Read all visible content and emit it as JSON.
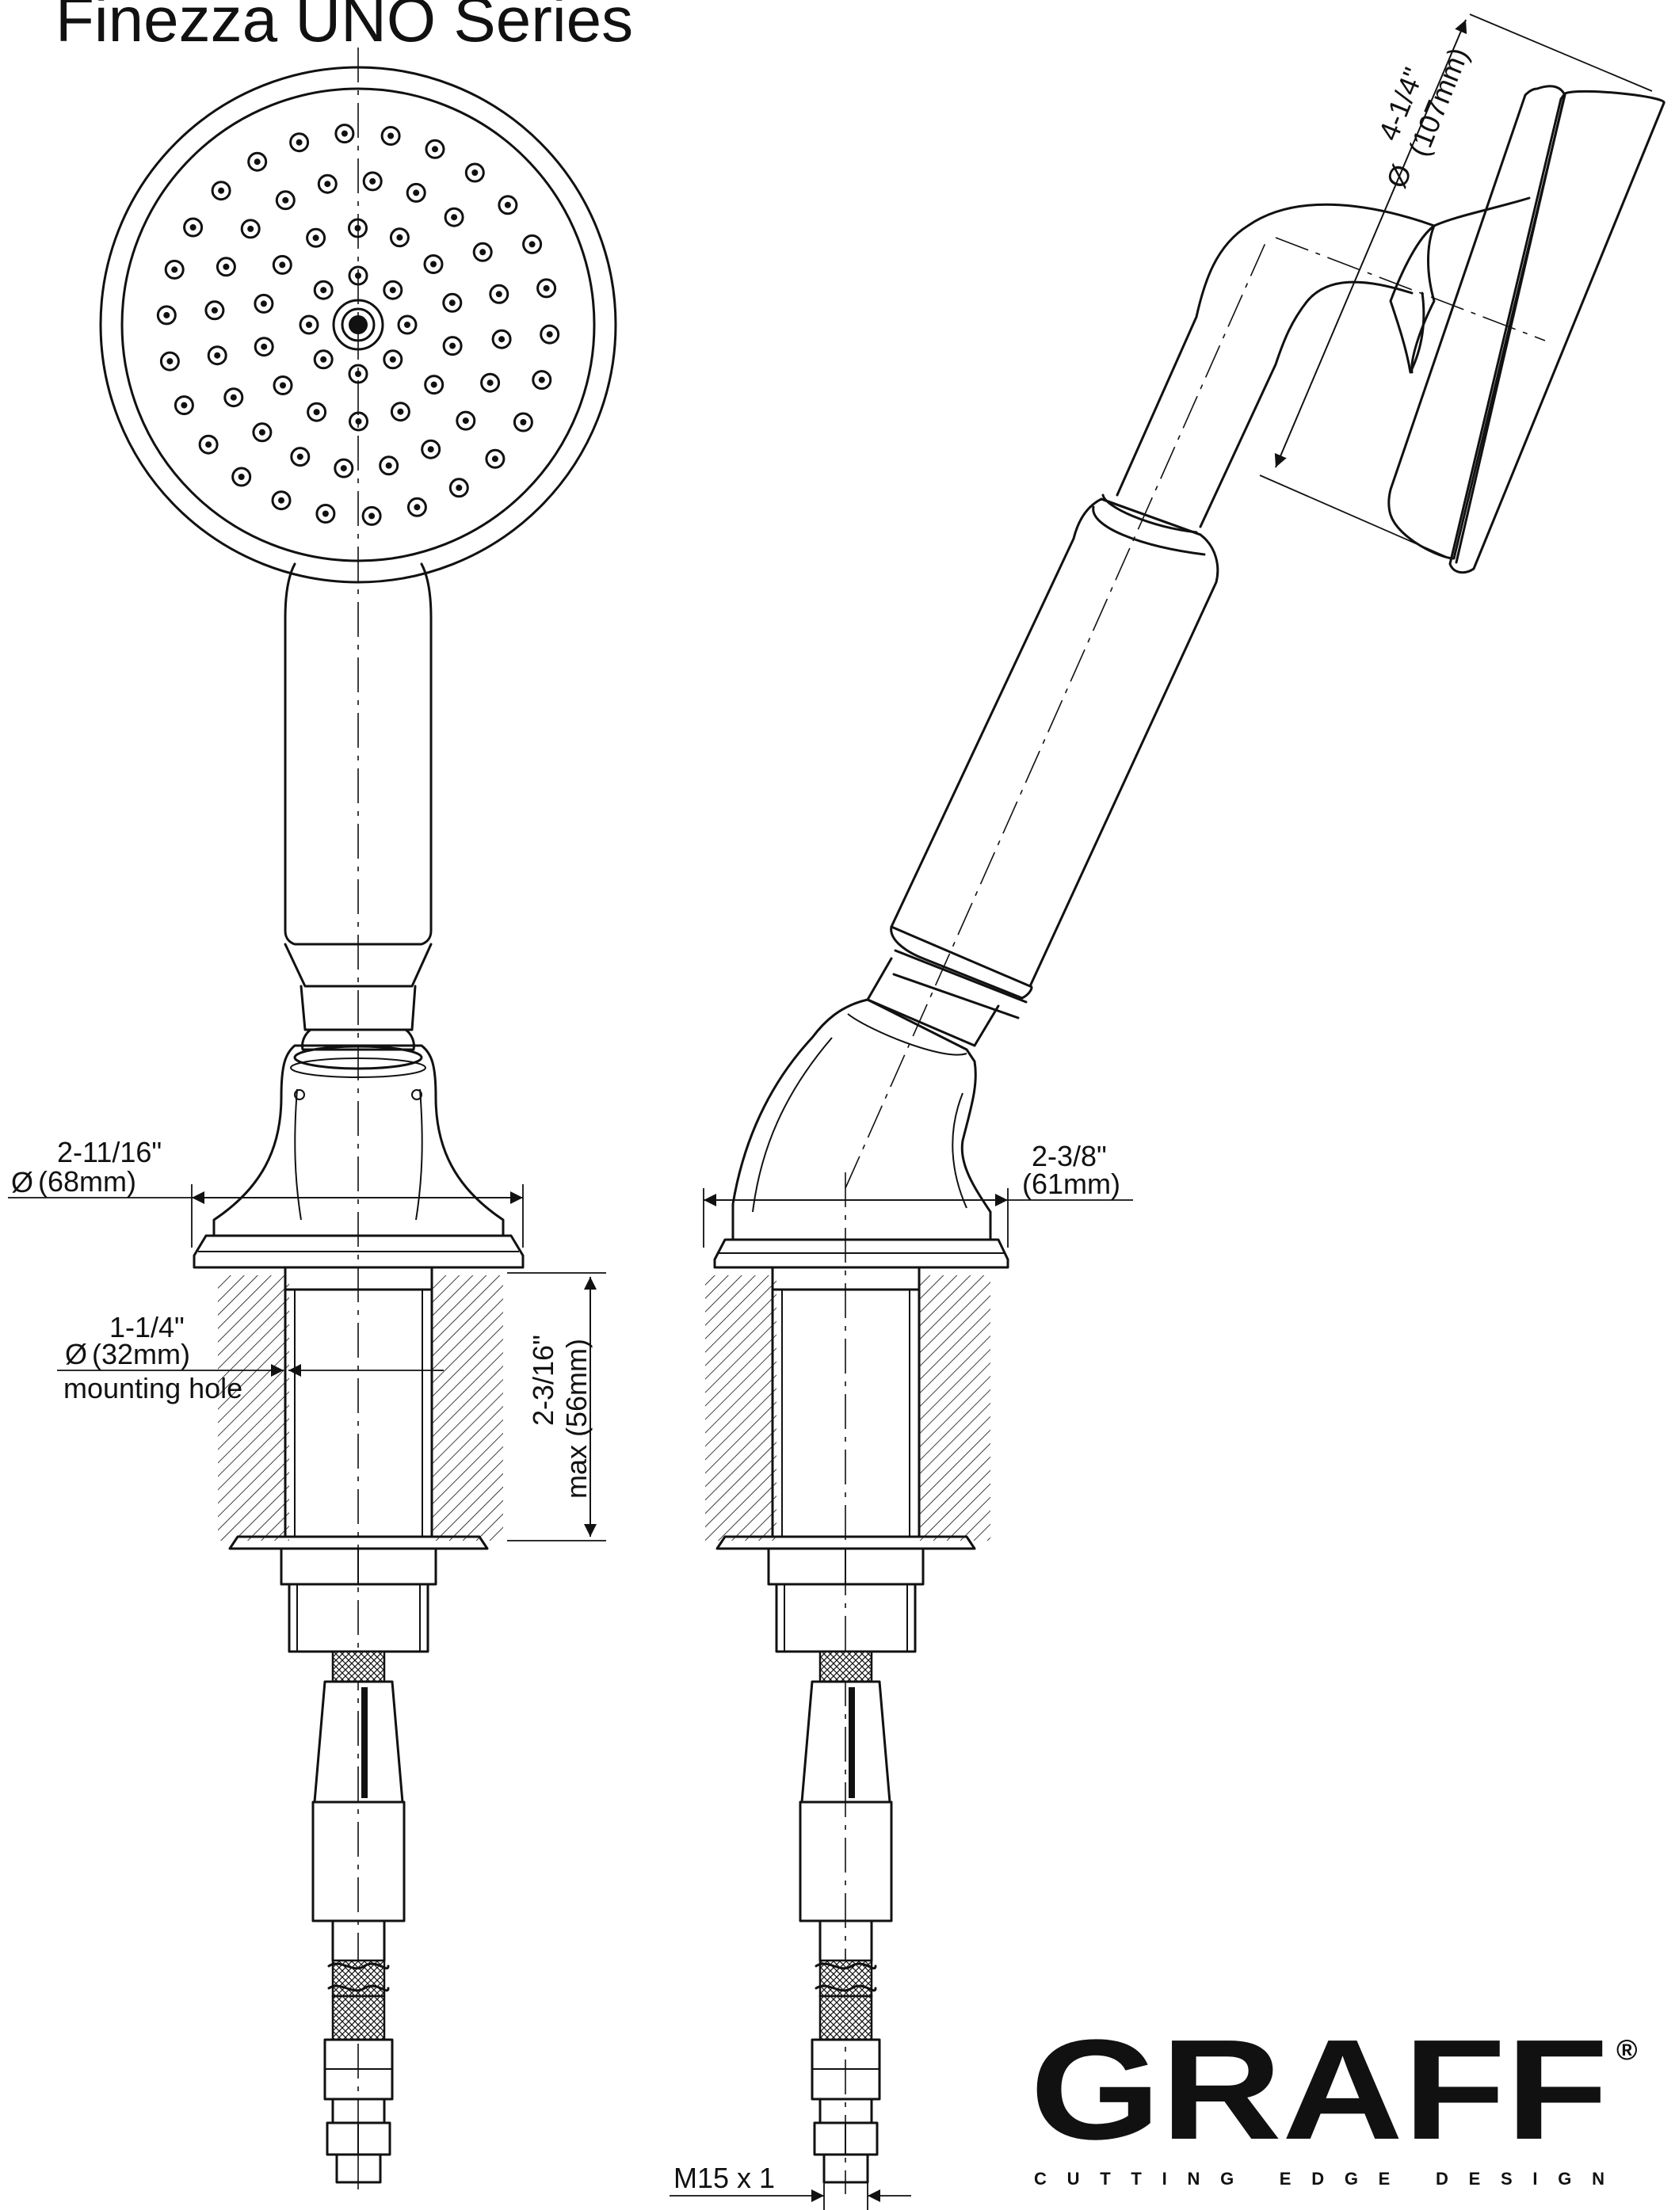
{
  "title": "Finezza UNO Series",
  "dimensions": {
    "handshower_diameter": {
      "imperial": "4-1/4\"",
      "metric": "(107mm)"
    },
    "base_diameter_front": {
      "imperial": "2-11/16\"",
      "metric": "(68mm)"
    },
    "base_diameter_side": {
      "imperial": "2-3/8\"",
      "metric": "(61mm)"
    },
    "mounting_hole": {
      "imperial": "1-1/4\"",
      "metric": "(32mm)",
      "note": "mounting hole"
    },
    "max_thickness": {
      "imperial": "2-3/16\"",
      "metric": "max (56mm)"
    },
    "thread": "M15 x 1"
  },
  "symbols": {
    "diameter": "Ø"
  },
  "brand": {
    "name": "GRAFF",
    "registered": "®",
    "tagline": "CUTTING EDGE DESIGN"
  }
}
